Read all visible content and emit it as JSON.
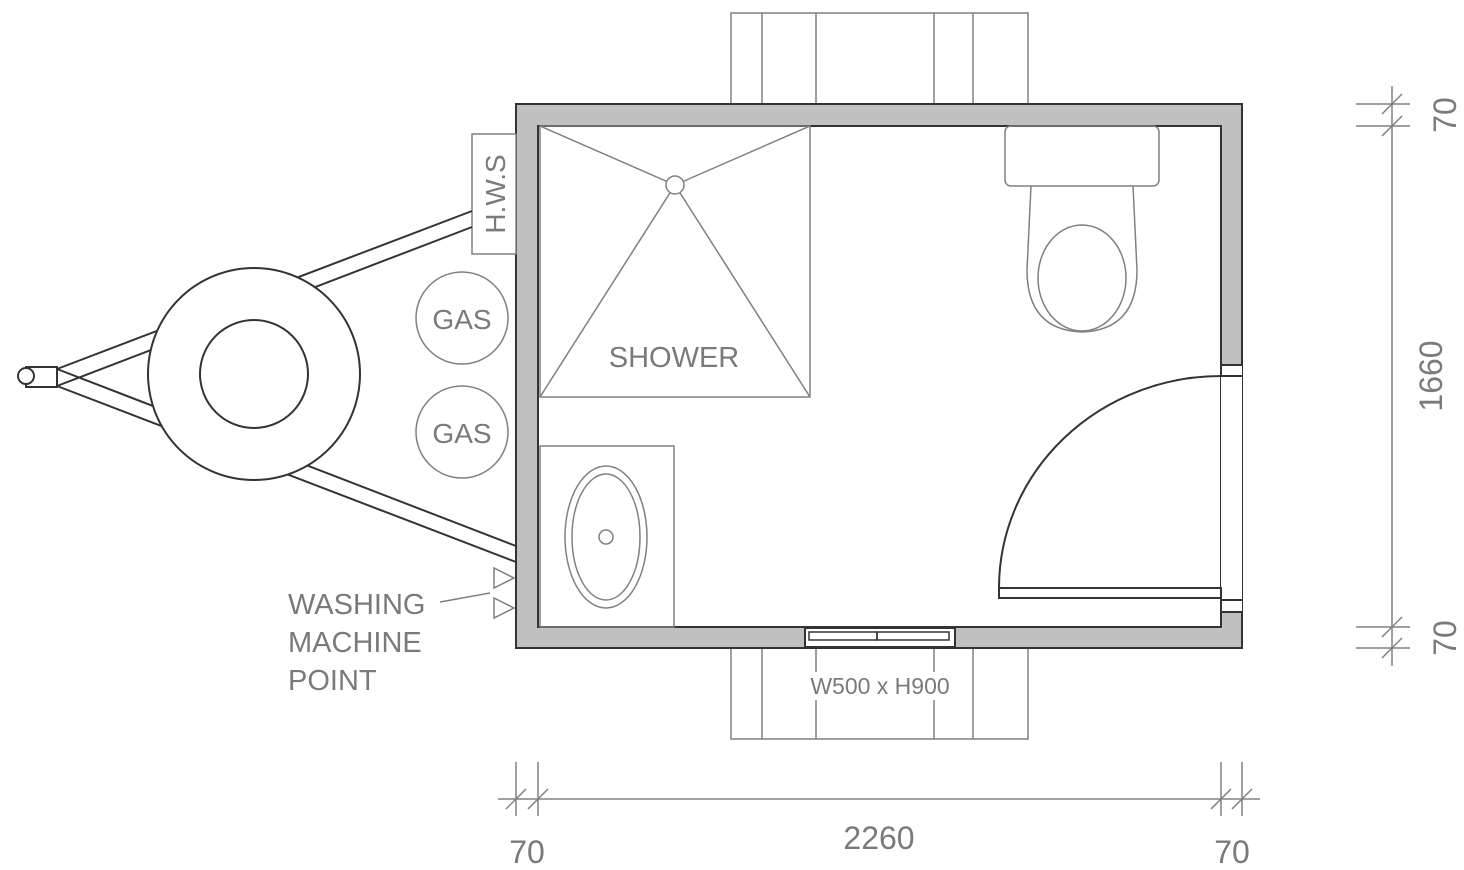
{
  "labels": {
    "hws": "H.W.S",
    "gas_top": "GAS",
    "gas_bottom": "GAS",
    "shower": "SHOWER",
    "washing_line1": "WASHING",
    "washing_line2": "MACHINE",
    "washing_line3": "POINT",
    "window_size": "W500 x H900"
  },
  "dimensions": {
    "bottom_left_wall": "70",
    "bottom_interior": "2260",
    "bottom_right_wall": "70",
    "right_top_wall": "70",
    "right_interior": "1660",
    "right_bottom_wall": "70"
  },
  "colors": {
    "wall_fill": "#c0c0c0",
    "wall_stroke": "#333333",
    "line_gray": "#808080",
    "label_gray": "#7a7a7a"
  }
}
